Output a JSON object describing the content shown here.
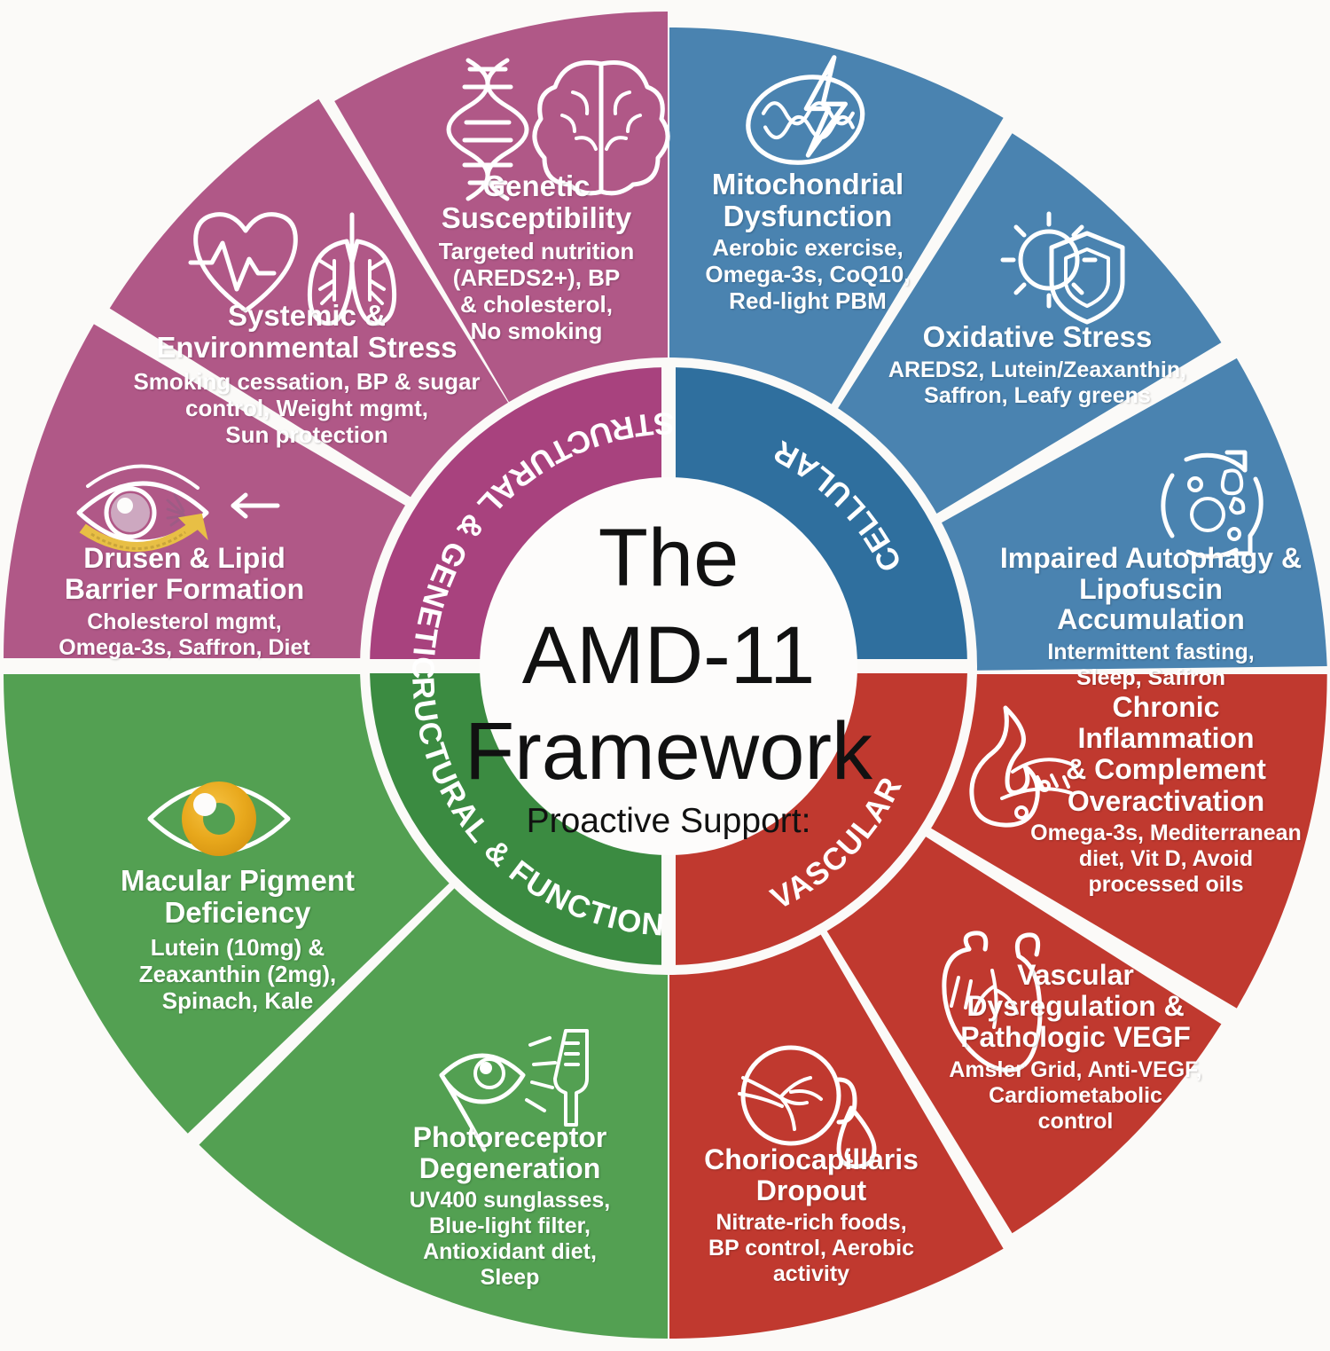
{
  "center": {
    "line1": "The",
    "line2": "AMD-11",
    "line3": "Framework",
    "subtitle": "Proactive Support:"
  },
  "colors": {
    "cellular": "#4a83b0",
    "vascular": "#c0392f",
    "structural_functional": "#53a052",
    "structural_genetic": "#b05887",
    "ring_cellular": "#2f6f9e",
    "ring_vascular": "#c0392f",
    "ring_structural_functional": "#3b8b41",
    "ring_structural_genetic": "#a8427e",
    "background": "#fbfaf8",
    "divider": "#ffffff",
    "center_text": "#111111"
  },
  "ring_labels": [
    {
      "id": "cellular",
      "text": "CELLULAR"
    },
    {
      "id": "vascular",
      "text": "VASCULAR"
    },
    {
      "id": "structural-functional",
      "text": "STRUCTURAL & FUNCTIONAL"
    },
    {
      "id": "structural-genetic",
      "text": "STRUCTURAL & GENETIC"
    }
  ],
  "segments": [
    {
      "id": "mitochondrial-dysfunction",
      "group": "cellular",
      "icon": "mitochondria-lightning-icon",
      "title": [
        "Mitochondrial",
        "Dysfunction"
      ],
      "support": [
        "Aerobic exercise,",
        "Omega-3s, CoQ10,",
        "Red-light PBM"
      ]
    },
    {
      "id": "oxidative-stress",
      "group": "cellular",
      "icon": "sun-shield-icon",
      "title": [
        "Oxidative Stress"
      ],
      "support": [
        "AREDS2, Lutein/Zeaxanthin,",
        "Saffron, Leafy greens"
      ]
    },
    {
      "id": "impaired-autophagy",
      "group": "cellular",
      "icon": "cell-recycle-icon",
      "title": [
        "Impaired Autophagy &",
        "Lipofuscin Accumulation"
      ],
      "support": [
        "Intermittent fasting,",
        "Sleep, Saffron"
      ]
    },
    {
      "id": "chronic-inflammation",
      "group": "vascular",
      "icon": "flame-vessel-icon",
      "title": [
        "Chronic",
        "Inflammation",
        "& Complement",
        "Overactivation"
      ],
      "support": [
        "Omega-3s, Mediterranean",
        "diet, Vit D, Avoid",
        "processed oils"
      ]
    },
    {
      "id": "vascular-dysregulation",
      "group": "vascular",
      "icon": "heart-anatomy-icon",
      "title": [
        "Vascular",
        "Dysregulation &",
        "Pathologic VEGF"
      ],
      "support": [
        "Amsler Grid, Anti-VEGF,",
        "Cardiometabolic",
        "control"
      ]
    },
    {
      "id": "choriocapillaris-dropout",
      "group": "vascular",
      "icon": "eye-vessels-droplet-icon",
      "title": [
        "Choriocapillaris",
        "Dropout"
      ],
      "support": [
        "Nitrate-rich foods,",
        "BP control, Aerobic",
        "activity"
      ]
    },
    {
      "id": "photoreceptor-degeneration",
      "group": "structural-functional",
      "icon": "eye-light-rays-icon",
      "title": [
        "Photoreceptor",
        "Degeneration"
      ],
      "support": [
        "UV400 sunglasses,",
        "Blue-light filter,",
        "Antioxidant diet,",
        "Sleep"
      ]
    },
    {
      "id": "macular-pigment-deficiency",
      "group": "structural-functional",
      "icon": "eye-yellow-pigment-icon",
      "title": [
        "Macular Pigment",
        "Deficiency"
      ],
      "support": [
        "Lutein (10mg) &",
        "Zeaxanthin (2mg),",
        "Spinach, Kale"
      ]
    },
    {
      "id": "drusen-lipid-barrier",
      "group": "structural-genetic",
      "icon": "eye-drusen-arrow-icon",
      "title": [
        "Drusen & Lipid",
        "Barrier Formation"
      ],
      "support": [
        "Cholesterol mgmt,",
        "Omega-3s, Saffron, Diet"
      ]
    },
    {
      "id": "systemic-environmental-stress",
      "group": "structural-genetic",
      "icon": "heart-lungs-icon",
      "title": [
        "Systemic &",
        "Environmental Stress"
      ],
      "support": [
        "Smoking cessation, BP & sugar",
        "control, Weight mgmt,",
        "Sun protection"
      ]
    },
    {
      "id": "genetic-susceptibility",
      "group": "structural-genetic",
      "icon": "dna-brain-icon",
      "title": [
        "Genetic",
        "Susceptibility"
      ],
      "support": [
        "Targeted nutrition",
        "(AREDS2+), BP",
        "& cholesterol,",
        "No smoking"
      ]
    }
  ]
}
